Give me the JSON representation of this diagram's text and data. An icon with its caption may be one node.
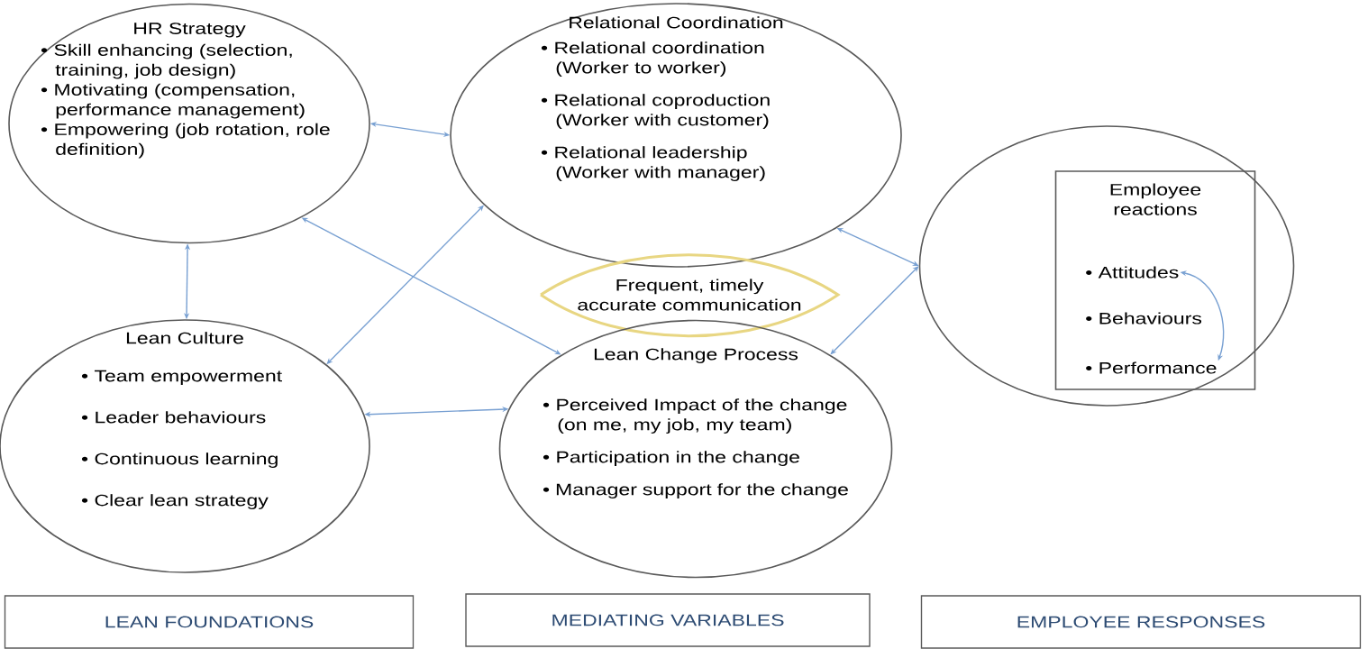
{
  "diagram": {
    "nodes": [
      {
        "text": [
          "HR Strategy",
          "• Skill enhancing (selection, training, job design)",
          "• Motivating (compensation, performance management)",
          "• Empowering (job rotation, role definition)"
        ]
      },
      {
        "text": [
          "Relational Coordination",
          "• Relational coordination (Worker to worker)",
          "• Relational coproduction (Worker with customer)",
          "• Relational leadership (Worker with manager)"
        ]
      },
      {
        "text": [
          "Lean Culture",
          "• Team empowerment",
          "• Leader behaviours",
          "• Continuous learning",
          "• Clear lean strategy"
        ]
      },
      {
        "text": [
          "Frequent, timely accurate communication"
        ]
      },
      {
        "text": [
          "Lean Change Process",
          "• Perceived Impact of the change (on me, my job, my team)",
          "• Participation in the change",
          "• Manager support for the change"
        ]
      },
      {
        "text": [],
        "shape": "circle"
      },
      {
        "text": [
          "Employee reactions"
        ],
        "in": 5
      },
      {
        "text": [
          "• Attitudes"
        ],
        "in": 6
      },
      {
        "text": [
          "• Behaviours"
        ],
        "in": 6
      },
      {
        "text": [
          "• Performance"
        ],
        "in": 6
      },
      {
        "text": [
          "LEAN FOUNDATIONS"
        ]
      },
      {
        "text": [
          "MEDIATING VARIABLES"
        ]
      },
      {
        "text": [
          "EMPLOYEE RESPONSES"
        ]
      }
    ],
    "edges": [
      {
        "from": 0,
        "to": 1,
        "arrow": "both"
      },
      {
        "from": 0,
        "to": 2,
        "arrow": "both"
      },
      {
        "from": 0,
        "to": 4,
        "arrow": "both"
      },
      {
        "from": 2,
        "to": 1,
        "arrow": "both"
      },
      {
        "from": 2,
        "to": 4,
        "arrow": "both"
      },
      {
        "from": 1,
        "to": 5,
        "arrow": "both"
      },
      {
        "from": 4,
        "to": 5,
        "arrow": "both"
      },
      {
        "from": 7,
        "to": 9,
        "arrow": "both"
      }
    ]
  }
}
